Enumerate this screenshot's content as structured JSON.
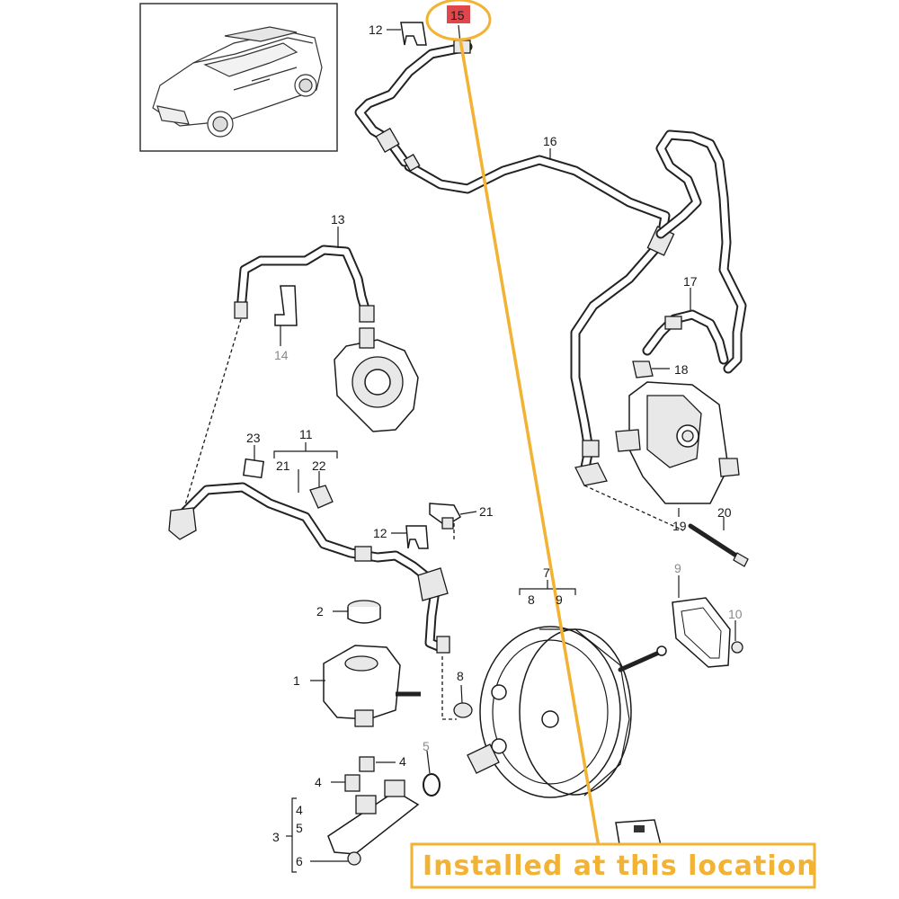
{
  "labels": {
    "p1": "1",
    "p2": "2",
    "p3": "3",
    "p4a": "4",
    "p4b": "4",
    "p4c": "4",
    "p5a": "5",
    "p5b": "5",
    "p6": "6",
    "p7": "7",
    "p8a": "8",
    "p8b": "8",
    "p9a": "9",
    "p9b": "9",
    "p10": "10",
    "p11": "11",
    "p12a": "12",
    "p12b": "12",
    "p13": "13",
    "p14": "14",
    "p15": "15",
    "p16": "16",
    "p17": "17",
    "p18": "18",
    "p19": "19",
    "p20": "20",
    "p21a": "21",
    "p21b": "21",
    "p22": "22",
    "p23": "23"
  },
  "highlight": {
    "part": "15",
    "color": "#f2b233",
    "badge_color": "#e0474c"
  },
  "callout": {
    "text": "Installed at this location"
  }
}
